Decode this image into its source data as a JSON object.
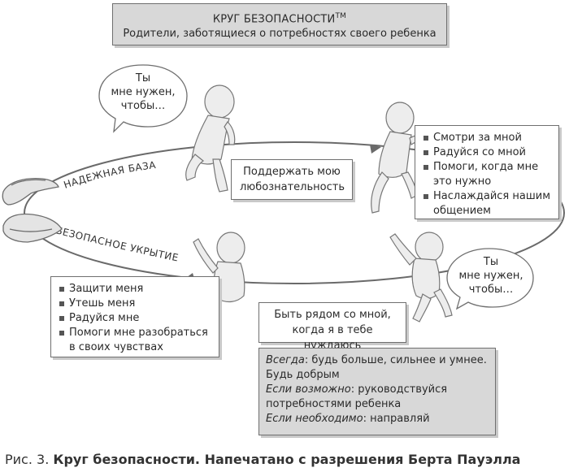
{
  "title": {
    "heading": "КРУГ БЕЗОПАСНОСТИ",
    "trademark": "TM",
    "subtitle": "Родители, заботящиеся о потребностях своего ребенка"
  },
  "arc_labels": {
    "secure_base": "НАДЕЖНАЯ БАЗА",
    "safe_haven": "БЕЗОПАСНОЕ УКРЫТИЕ"
  },
  "speech_bubbles": {
    "top_left": [
      "Ты",
      "мне нужен,",
      "чтобы…"
    ],
    "bottom_right": [
      "Ты",
      "мне нужен,",
      "чтобы…"
    ]
  },
  "support_exploration": [
    "Поддержать мою",
    "любознательность"
  ],
  "top_needs": [
    "Смотри за мной",
    "Радуйся со мной",
    "Помоги, когда мне это нужно",
    "Наслаждайся нашим общением"
  ],
  "bottom_needs": [
    "Защити меня",
    "Утешь меня",
    "Радуйся мне",
    "Помоги мне разобраться в своих чувствах"
  ],
  "welcome_coming": [
    "Быть рядом со мной,",
    "когда я в тебе нуждаюсь"
  ],
  "rules": {
    "always_label": "Всегда",
    "always_text": ": будь больше, сильнее и умнее. Будь добрым",
    "possible_label": "Если возможно",
    "possible_text": ": руководствуйся потребностями ребенка",
    "necessary_label": "Если необходимо",
    "necessary_text": ": направляй"
  },
  "caption": {
    "prefix": "Рис. 3. ",
    "bold": "Круг безопасности. Напечатано с разрешения Берта Пауэлла"
  }
}
